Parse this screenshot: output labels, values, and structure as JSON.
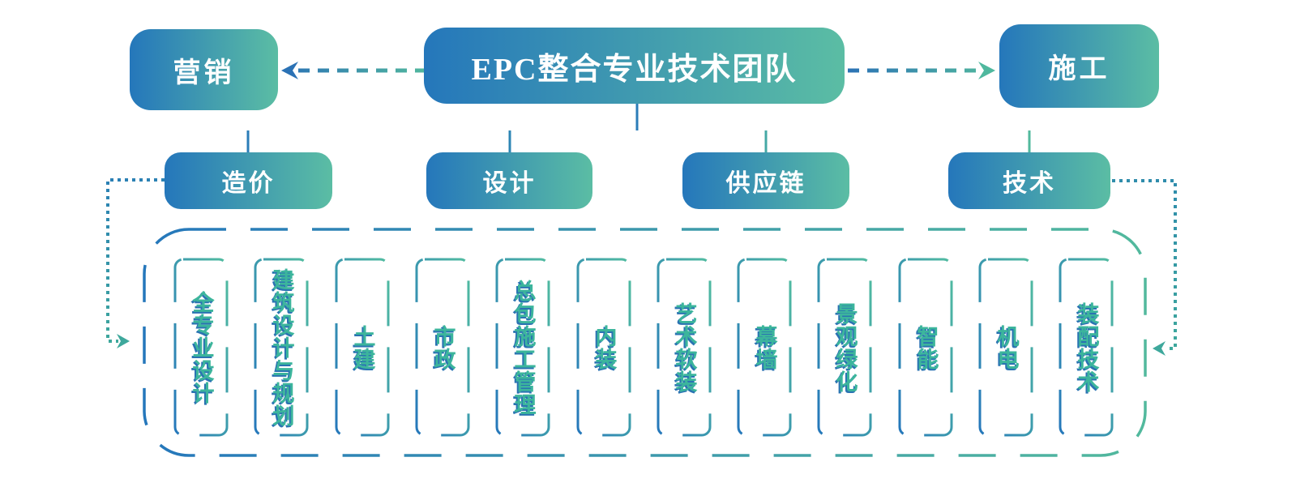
{
  "root_label": "EPC整合专业技术团队",
  "marketing_label": "营销",
  "construction_label": "施工",
  "branches": [
    {
      "label": "造价"
    },
    {
      "label": "设计"
    },
    {
      "label": "供应链"
    },
    {
      "label": "技术"
    }
  ],
  "specialties": [
    "全专业设计",
    "建筑设计与规划",
    "土建",
    "市政",
    "总包施工管理",
    "内装",
    "艺术软装",
    "幕墙",
    "景观绿化",
    "智能",
    "机电",
    "装配技术"
  ],
  "colors": {
    "blue": "#2577BB",
    "green": "#5BBDA4",
    "connector_green": "#52B99D",
    "dotted_teal": "#2F8CAC",
    "item_text_green": "#3CB59C",
    "item_text_shadow_blue": "#2A73B2"
  }
}
